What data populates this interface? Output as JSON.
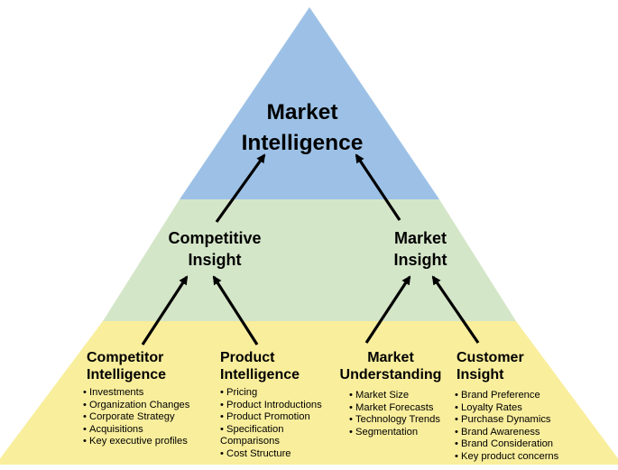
{
  "colors": {
    "top_tier": "#9dc1e6",
    "middle_tier": "#d4e6c8",
    "bottom_tier": "#f9ee9c",
    "arrow": "#000000"
  },
  "top": {
    "line1": "Market",
    "line2": "Intelligence"
  },
  "middle": {
    "competitive_insight": {
      "line1": "Competitive",
      "line2": "Insight"
    },
    "market_insight": {
      "line1": "Market",
      "line2": "Insight"
    }
  },
  "bottom": {
    "competitor_intelligence": {
      "line1": "Competitor",
      "line2": "Intelligence",
      "items": [
        "Investments",
        "Organization Changes",
        "Corporate Strategy",
        "Acquisitions",
        "Key executive profiles"
      ]
    },
    "product_intelligence": {
      "line1": "Product",
      "line2": "Intelligence",
      "items": [
        "Pricing",
        "Product Introductions",
        "Product Promotion",
        "Specification Comparisons",
        "Cost Structure"
      ]
    },
    "market_understanding": {
      "line1": "Market",
      "line2": "Understanding",
      "items": [
        "Market Size",
        "Market Forecasts",
        "Technology Trends",
        "Segmentation"
      ]
    },
    "customer_insight": {
      "line1": "Customer",
      "line2": "Insight",
      "items": [
        "Brand Preference",
        "Loyalty Rates",
        "Purchase Dynamics",
        "Brand Awareness",
        "Brand Consideration",
        "Key product concerns"
      ]
    }
  }
}
